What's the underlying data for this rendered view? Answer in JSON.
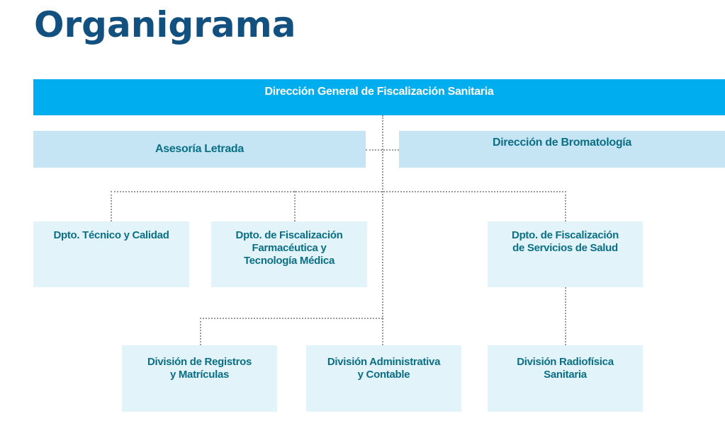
{
  "page": {
    "title": "Organigrama"
  },
  "colors": {
    "title": "#12507f",
    "top_box": "#00aeef",
    "level2_box": "#c5e5f4",
    "level3_box": "#e2f3fa",
    "box_text": "#0b6f85",
    "connector": "#9a9a9a"
  },
  "org": {
    "root": "Dirección General de Fiscalización Sanitaria",
    "staff": [
      "Asesoría Letrada",
      "Dirección de Bromatología"
    ],
    "departments": [
      "Dpto. Técnico y Calidad",
      "Dpto. de Fiscalización\nFarmacéutica y\nTecnología Médica",
      "Dpto. de Fiscalización\nde Servicios de Salud"
    ],
    "divisions": [
      "División de Registros\ny Matrículas",
      "División Administrativa\ny Contable",
      "División Radiofísica\nSanitaria"
    ]
  }
}
